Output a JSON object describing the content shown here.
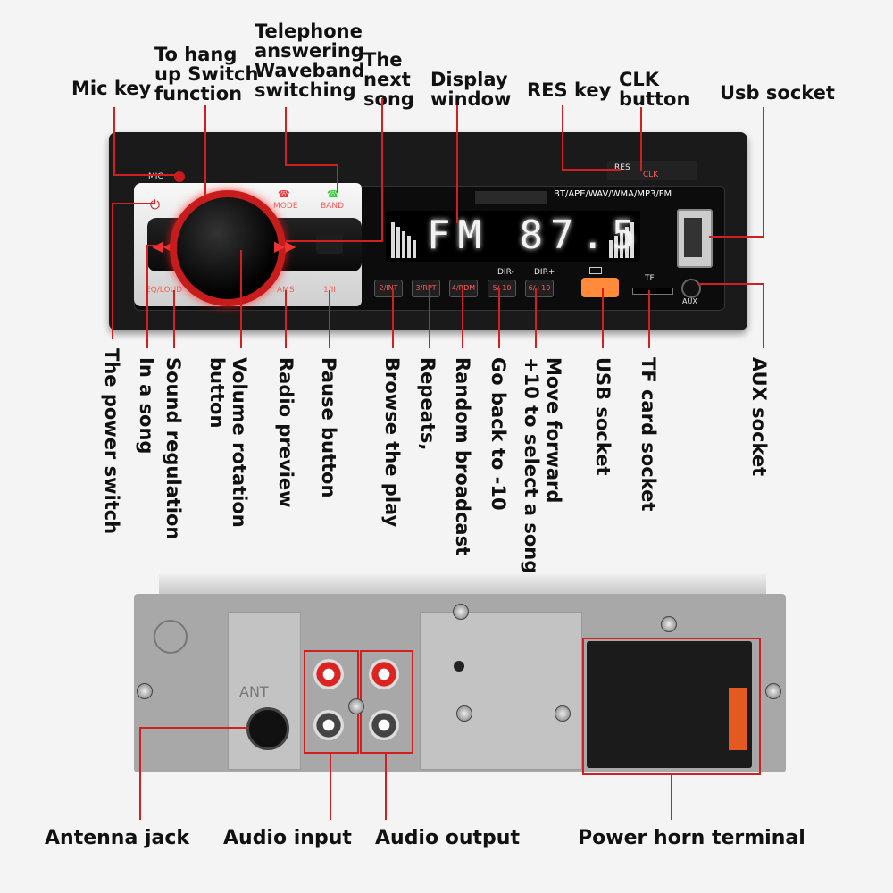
{
  "top_labels": {
    "mic_key": "Mic key",
    "hang_up_1": "To hang",
    "hang_up_2": "up Switch",
    "hang_up_3": "function",
    "telephone_1": "Telephone",
    "telephone_2": "answering",
    "telephone_3": "Waveband",
    "telephone_4": "switching",
    "next_1": "The",
    "next_2": "next",
    "next_3": "song",
    "display_1": "Display",
    "display_2": "window",
    "res_key": "RES key",
    "clk_1": "CLK",
    "clk_2": "button",
    "usb_socket": "Usb socket"
  },
  "bottom_labels": [
    "The power switch",
    "In a song",
    "Sound regulation",
    "Volume rotation",
    "button",
    "Radio preview",
    "Pause button",
    "Browse the play",
    "Repeats,",
    "Random broadcast",
    "Go back to -10",
    "Move forward",
    "+10 to select a song",
    "USB socket",
    "TF card socket",
    "AUX socket"
  ],
  "panel": {
    "mic": "MIC",
    "mode": "MODE",
    "band": "BAND",
    "eq": "EQ/LOUD",
    "ams": "AMS",
    "pause": "1/II",
    "formats": "BT/APE/WAV/WMA/MP3/FM",
    "display": "FM 87.5",
    "res": "RES",
    "clk": "CLK",
    "dir_minus": "DIR-",
    "dir_plus": "DIR+",
    "tf": "TF",
    "aux": "AUX",
    "buttons": [
      "2/INT",
      "3/RPT",
      "4/RDM",
      "5/-10",
      "6/+10"
    ]
  },
  "back": {
    "ant": "ANT",
    "antenna_jack": "Antenna jack",
    "audio_input": "Audio input",
    "audio_output": "Audio output",
    "power_horn": "Power horn terminal"
  }
}
